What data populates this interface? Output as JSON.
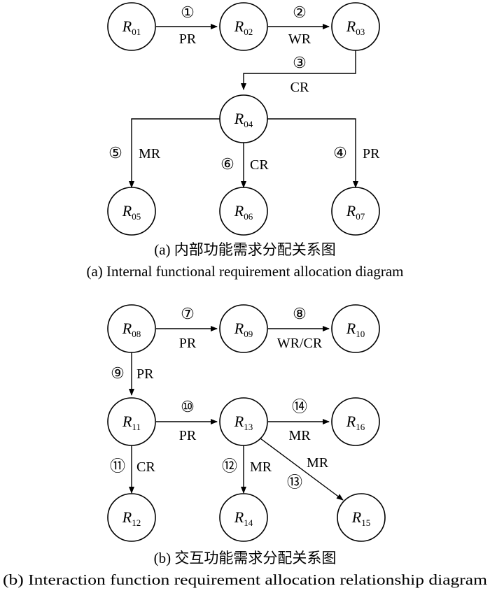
{
  "diagram_a": {
    "nodes": {
      "R01": {
        "letter": "R",
        "sub": "01"
      },
      "R02": {
        "letter": "R",
        "sub": "02"
      },
      "R03": {
        "letter": "R",
        "sub": "03"
      },
      "R04": {
        "letter": "R",
        "sub": "04"
      },
      "R05": {
        "letter": "R",
        "sub": "05"
      },
      "R06": {
        "letter": "R",
        "sub": "06"
      },
      "R07": {
        "letter": "R",
        "sub": "07"
      }
    },
    "edges": {
      "e1": {
        "num": "①",
        "label": "PR"
      },
      "e2": {
        "num": "②",
        "label": "WR"
      },
      "e3": {
        "num": "③",
        "label": "CR"
      },
      "e4": {
        "num": "④",
        "label": "PR"
      },
      "e5": {
        "num": "⑤",
        "label": "MR"
      },
      "e6": {
        "num": "⑥",
        "label": "CR"
      }
    },
    "caption_cn": "(a) 内部功能需求分配关系图",
    "caption_en": "(a) Internal functional requirement allocation diagram"
  },
  "diagram_b": {
    "nodes": {
      "R08": {
        "letter": "R",
        "sub": "08"
      },
      "R09": {
        "letter": "R",
        "sub": "09"
      },
      "R10": {
        "letter": "R",
        "sub": "10"
      },
      "R11": {
        "letter": "R",
        "sub": "11"
      },
      "R12": {
        "letter": "R",
        "sub": "12"
      },
      "R13": {
        "letter": "R",
        "sub": "13"
      },
      "R14": {
        "letter": "R",
        "sub": "14"
      },
      "R15": {
        "letter": "R",
        "sub": "15"
      },
      "R16": {
        "letter": "R",
        "sub": "16"
      }
    },
    "edges": {
      "e7": {
        "num": "⑦",
        "label": "PR"
      },
      "e8": {
        "num": "⑧",
        "label": "WR/CR"
      },
      "e9": {
        "num": "⑨",
        "label": "PR"
      },
      "e10": {
        "num": "⑩",
        "label": "PR"
      },
      "e11": {
        "num": "⑪",
        "label": "CR"
      },
      "e12": {
        "num": "⑫",
        "label": "MR"
      },
      "e13": {
        "num": "⑬",
        "label": "MR"
      },
      "e14": {
        "num": "⑭",
        "label": "MR"
      }
    },
    "caption_cn": "(b) 交互功能需求分配关系图",
    "caption_en": "(b) Interaction function requirement allocation relationship diagram"
  }
}
